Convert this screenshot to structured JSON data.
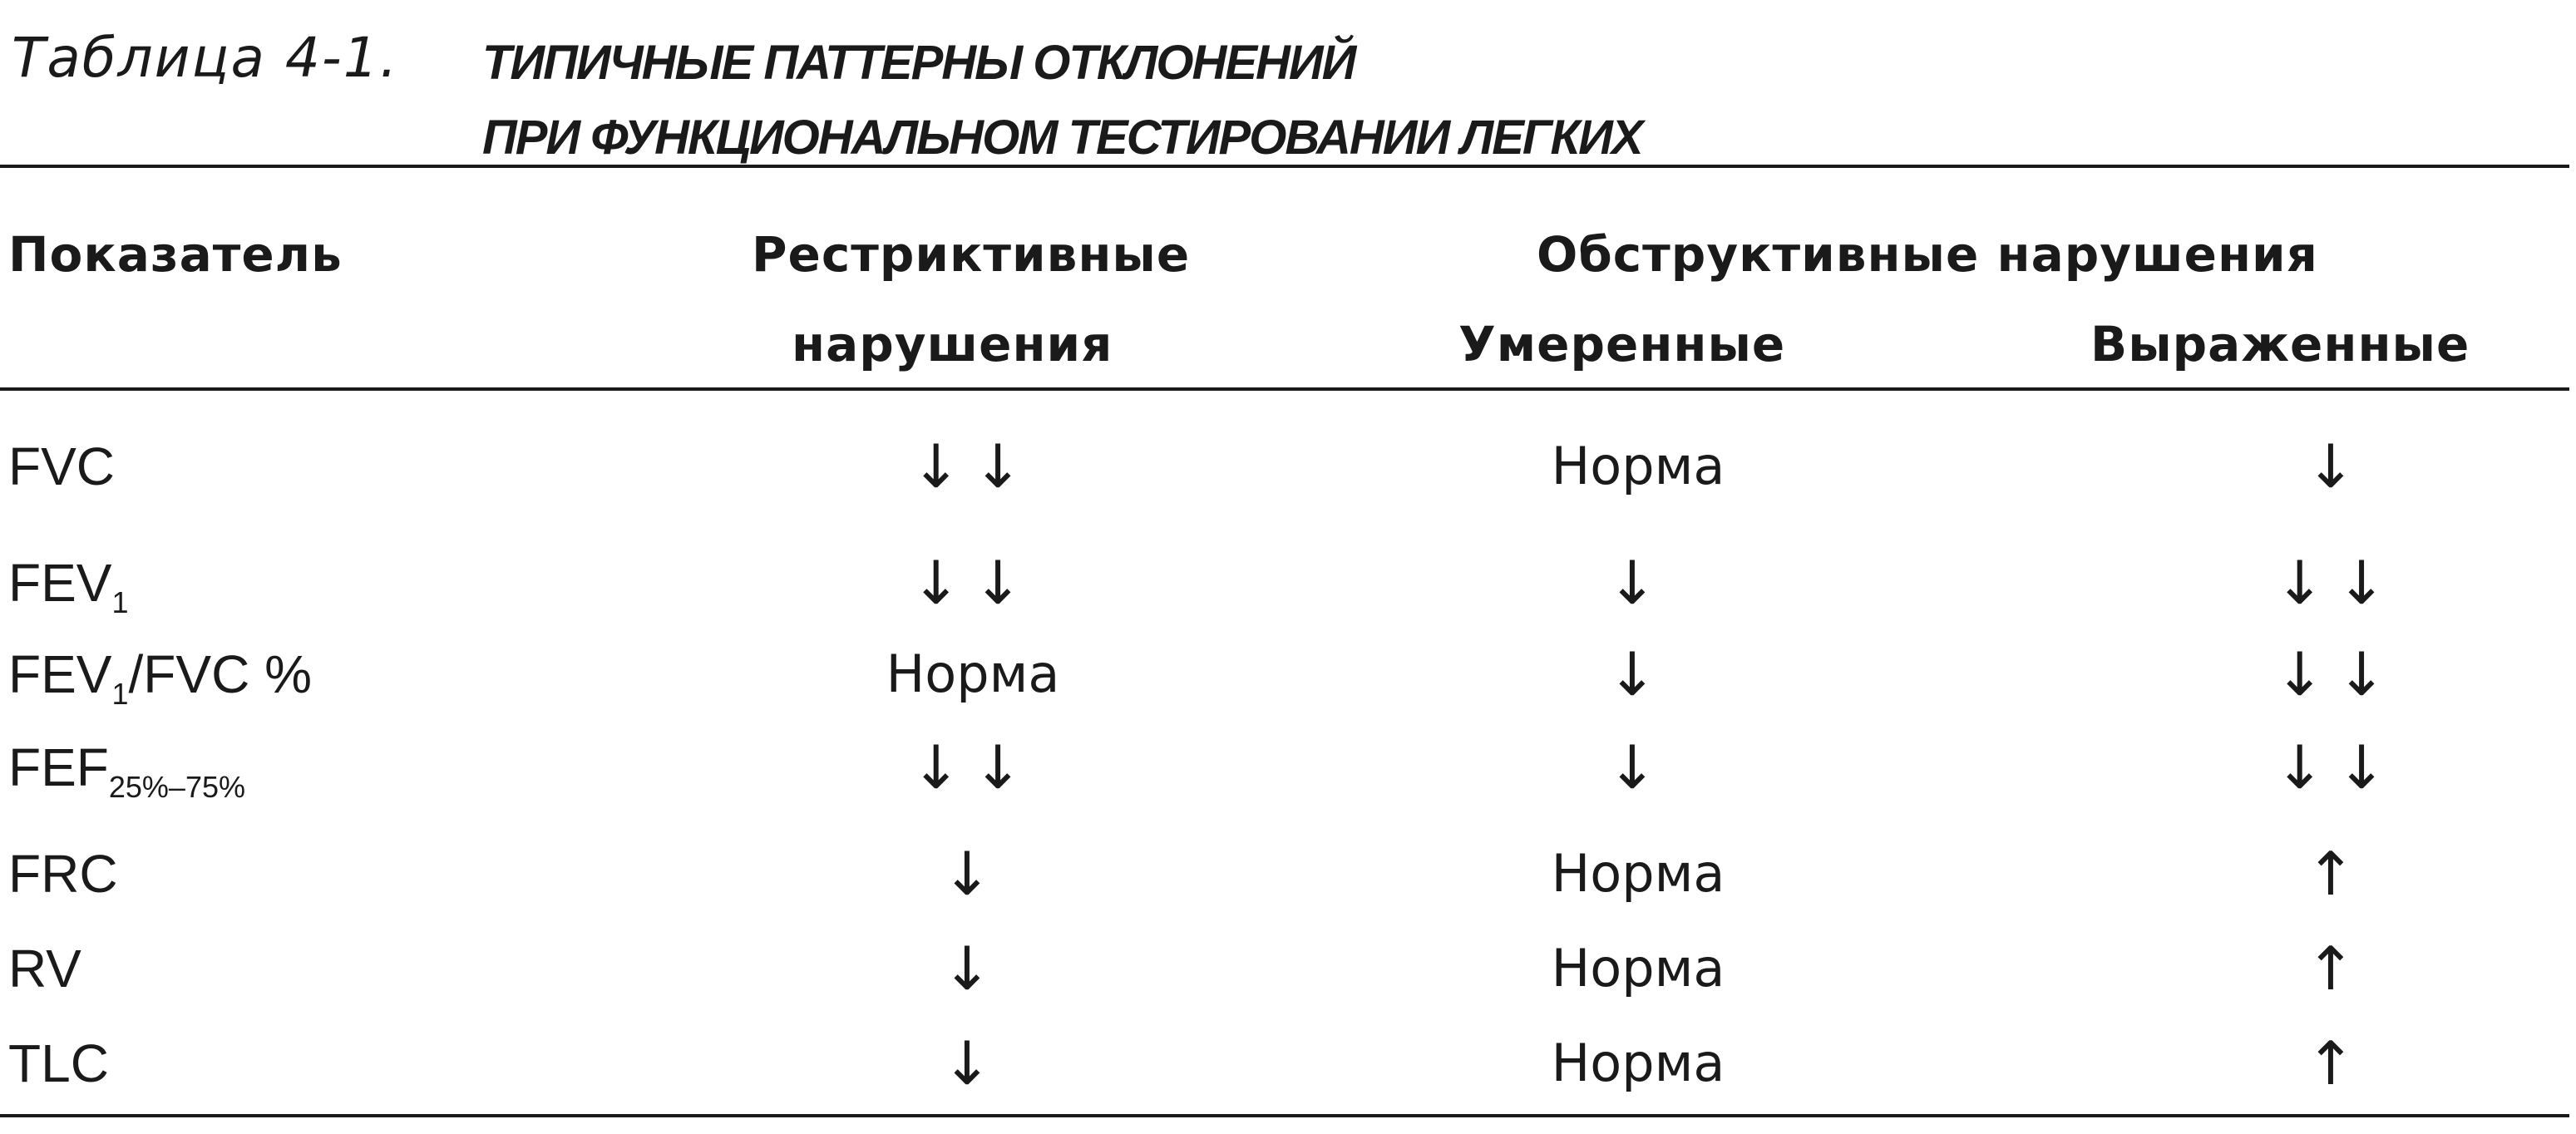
{
  "title": {
    "prefix": "Таблица 4-1.",
    "line1": "ТИПИЧНЫЕ ПАТТЕРНЫ ОТКЛОНЕНИЙ",
    "line2": "ПРИ ФУНКЦИОНАЛЬНОМ ТЕСТИРОВАНИИ ЛЕГКИХ"
  },
  "header": {
    "parameter": "Показатель",
    "restrictive_line1": "Рестриктивные",
    "restrictive_line2": "нарушения",
    "obstructive": "Обструктивные нарушения",
    "moderate": "Умеренные",
    "severe": "Выраженные"
  },
  "rows": [
    {
      "param_main": "FVC",
      "param_sub": "",
      "param_tail": "",
      "restrictive": "↓↓",
      "moderate": "Норма",
      "severe": "↓"
    },
    {
      "param_main": "FEV",
      "param_sub": "1",
      "param_tail": "",
      "restrictive": "↓↓",
      "moderate": "↓",
      "severe": "↓↓"
    },
    {
      "param_main": "FEV",
      "param_sub": "1",
      "param_tail": "/FVC %",
      "restrictive": "Норма",
      "moderate": "↓",
      "severe": "↓↓"
    },
    {
      "param_main": "FEF",
      "param_sub": "25%–75%",
      "param_tail": "",
      "restrictive": "↓↓",
      "moderate": "↓",
      "severe": "↓↓"
    },
    {
      "param_main": "FRC",
      "param_sub": "",
      "param_tail": "",
      "restrictive": "↓",
      "moderate": "Норма",
      "severe": "↑"
    },
    {
      "param_main": "RV",
      "param_sub": "",
      "param_tail": "",
      "restrictive": "↓",
      "moderate": "Норма",
      "severe": "↑"
    },
    {
      "param_main": "TLC",
      "param_sub": "",
      "param_tail": "",
      "restrictive": "↓",
      "moderate": "Норма",
      "severe": "↑"
    }
  ]
}
